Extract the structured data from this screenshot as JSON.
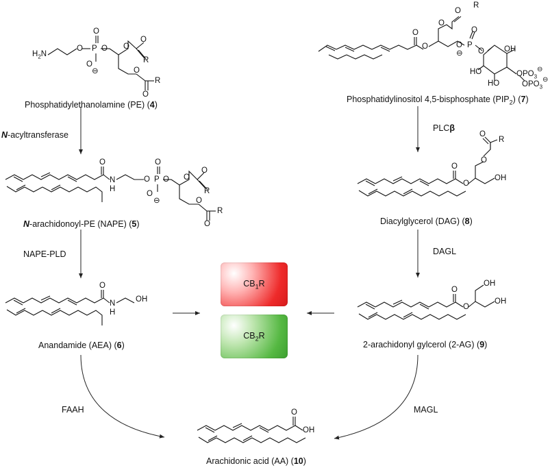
{
  "compounds": {
    "pe": {
      "name": "Phosphatidylethanolamine (PE) (",
      "num": "4",
      "close": ")"
    },
    "pip2": {
      "name_a": "Phosphatidylinositol 4,5-bisphosphate (PIP",
      "sub": "2",
      "name_b": ") (",
      "num": "7",
      "close": ")"
    },
    "nape": {
      "prefix": "N",
      "name": "-arachidonoyl-PE (NAPE) (",
      "num": "5",
      "close": ")"
    },
    "dag": {
      "name": "Diacylglycerol (DAG) (",
      "num": "8",
      "close": ")"
    },
    "aea": {
      "name": "Anandamide (AEA) (",
      "num": "6",
      "close": ")"
    },
    "ag": {
      "name": "2-arachidonyl gylcerol (2-AG) (",
      "num": "9",
      "close": ")"
    },
    "aa": {
      "name": "Arachidonic acid (AA) (",
      "num": "10",
      "close": ")"
    }
  },
  "enzymes": {
    "nat": {
      "prefix": "N",
      "rest": "-acyltransferase"
    },
    "plc": {
      "text": "PLC",
      "greek": "β"
    },
    "napepld": "NAPE-PLD",
    "dagl": "DAGL",
    "faah": "FAAH",
    "magl": "MAGL"
  },
  "receptors": {
    "cb1": {
      "a": "CB",
      "sub": "1",
      "b": "R",
      "color": "#e8282a"
    },
    "cb2": {
      "a": "CB",
      "sub": "2",
      "b": "R",
      "color": "#4fb33e"
    }
  },
  "atoms": {
    "h2n": "H",
    "h2n_sub": "2",
    "h2n_n": "N",
    "o": "O",
    "p": "P",
    "r": "R",
    "n": "N",
    "h": "H",
    "oh": "OH",
    "ho": "HO",
    "opo3": "OPO",
    "opo3_sub": "3",
    "minus": "⊖"
  }
}
